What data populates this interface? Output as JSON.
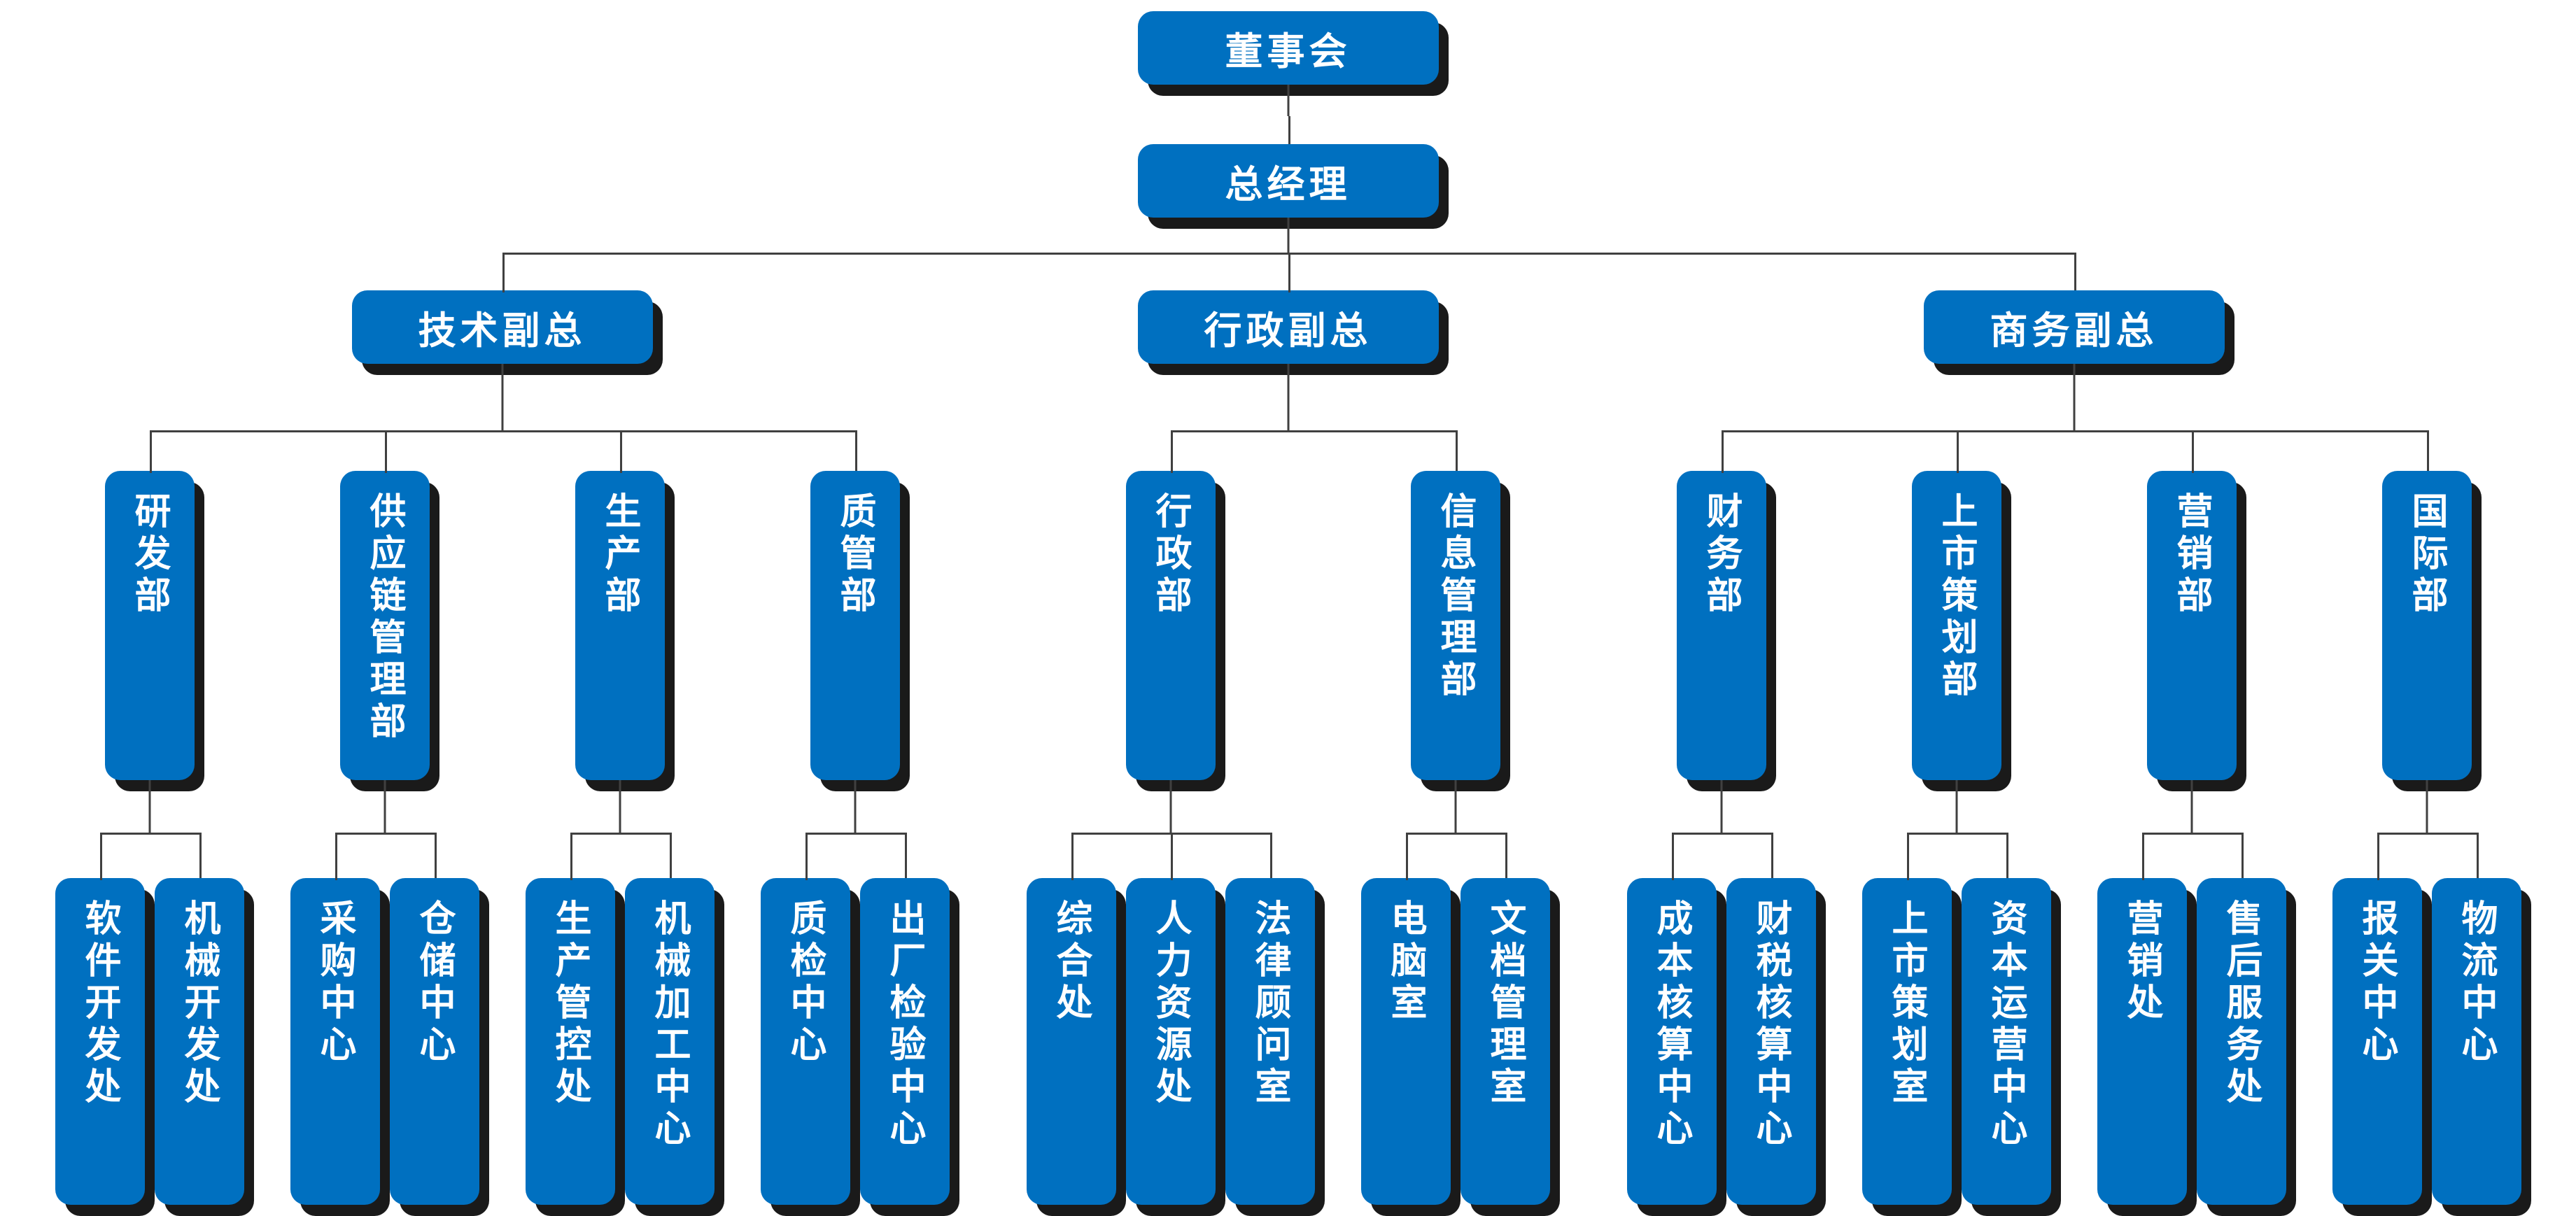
{
  "org": {
    "board": {
      "label": "董事会"
    },
    "gm": {
      "label": "总经理"
    },
    "vps": [
      {
        "label": "技术副总",
        "departments": [
          {
            "label": "研发部",
            "offices": [
              "软件开发处",
              "机械开发处"
            ]
          },
          {
            "label": "供应链管理部",
            "offices": [
              "采购中心",
              "仓储中心"
            ]
          },
          {
            "label": "生产部",
            "offices": [
              "生产管控处",
              "机械加工中心"
            ]
          },
          {
            "label": "质管部",
            "offices": [
              "质检中心",
              "出厂检验中心"
            ]
          }
        ]
      },
      {
        "label": "行政副总",
        "departments": [
          {
            "label": "行政部",
            "offices": [
              "综合处",
              "人力资源处",
              "法律顾问室"
            ]
          },
          {
            "label": "信息管理部",
            "offices": [
              "电脑室",
              "文档管理室"
            ]
          }
        ]
      },
      {
        "label": "商务副总",
        "departments": [
          {
            "label": "财务部",
            "offices": [
              "成本核算中心",
              "财税核算中心"
            ]
          },
          {
            "label": "上市策划部",
            "offices": [
              "上市策划室",
              "资本运营中心"
            ]
          },
          {
            "label": "营销部",
            "offices": [
              "营销处",
              "售后服务处"
            ]
          },
          {
            "label": "国际部",
            "offices": [
              "报关中心",
              "物流中心"
            ]
          }
        ]
      }
    ]
  },
  "colors": {
    "box_fill": "#0070c0",
    "box_shadow": "#1a1a1a",
    "connector_line": "#404040",
    "text": "#ffffff",
    "background": "#ffffff"
  }
}
